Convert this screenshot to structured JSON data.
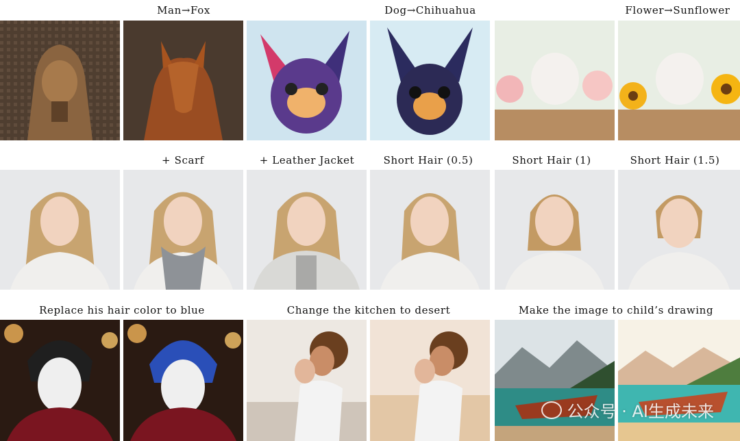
{
  "labels": {
    "man_fox": "Man→Fox",
    "dog_chihuahua": "Dog→Chihuahua",
    "flower_sunflower": "Flower→Sunflower",
    "scarf": "+ Scarf",
    "leather_jacket": "+ Leather Jacket",
    "short_hair_05": "Short Hair (0.5)",
    "short_hair_1": "Short Hair (1)",
    "short_hair_15": "Short Hair (1.5)",
    "blue_hair": "Replace his hair color to blue",
    "kitchen_desert": "Change the kitchen to desert",
    "childs_drawing": "Make the image to child’s drawing"
  },
  "watermark": "公众号 · AI生成未来",
  "colors": {
    "label_text": "#111111",
    "background": "#ffffff"
  }
}
